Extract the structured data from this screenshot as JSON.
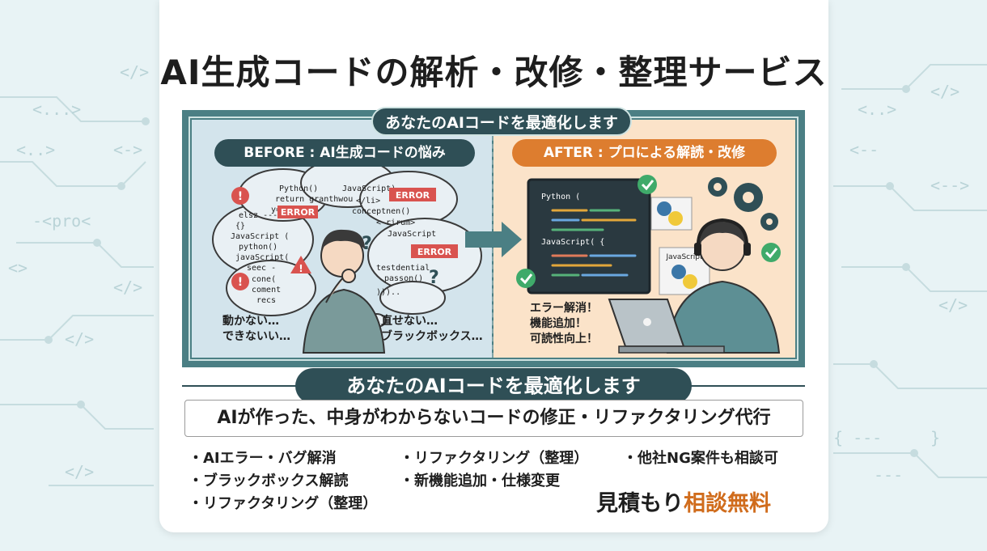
{
  "header": {
    "title": "AI生成コードの解析・改修・整理サービス"
  },
  "illustration": {
    "top_tag": "あなたのAIコードを最適化します",
    "before": {
      "label": "BEFORE : AI生成コードの悩み",
      "code_lines": [
        "Python()",
        "return granthwou",
        "y=>",
        "JavaScript)",
        "</li>",
        "conceptnen()",
        "< rirum>",
        "JavaScript",
        "python()",
        "javaScript(",
        "seec -",
        "cone(",
        "coment",
        "recs",
        "testdential",
        "passon()",
        ")))..",
        "{}",
        "JavaScript (",
        "elsz ---"
      ],
      "error_labels": [
        "ERROR",
        "ERROR",
        "ERROR"
      ],
      "caption_left": "動かない…\nできないい…",
      "caption_right": "直せない…\nブラックボックス…"
    },
    "after": {
      "label": "AFTER : プロによる解読・改修",
      "code_lines": [
        "Python (",
        "JavaScript( {"
      ],
      "badge": "JavaScript",
      "caption": "エラー解消！\n機能追加！\n可読性向上！"
    }
  },
  "banner": "あなたのAIコードを最適化します",
  "subtitle": "AIが作った、中身がわからないコードの修正・リファクタリング代行",
  "features": {
    "col1": [
      "・AIエラー・バグ解消",
      "・ブラックボックス解読",
      "・リファクタリング（整理）"
    ],
    "col2": [
      "・リファクタリング（整理）",
      "・新機能追加・仕様変更"
    ],
    "col3": [
      "・他社NG案件も相談可"
    ]
  },
  "estimate": {
    "prefix": "見積もり",
    "highlight": "相談無料"
  },
  "background": {
    "snippets": [
      "</>",
      "<...>",
      "<..>",
      "<->",
      "-<pro<",
      "<>",
      "</>",
      "</>",
      "</>",
      "<..>",
      "<-->",
      "</>",
      "{ ---",
      "}",
      "</>",
      "<--",
      "---"
    ]
  },
  "colors": {
    "teal_dark": "#2f4f56",
    "frame": "#4b7f84",
    "orange": "#dd7d2f",
    "error_red": "#d9534f",
    "check_green": "#3faa6a"
  }
}
